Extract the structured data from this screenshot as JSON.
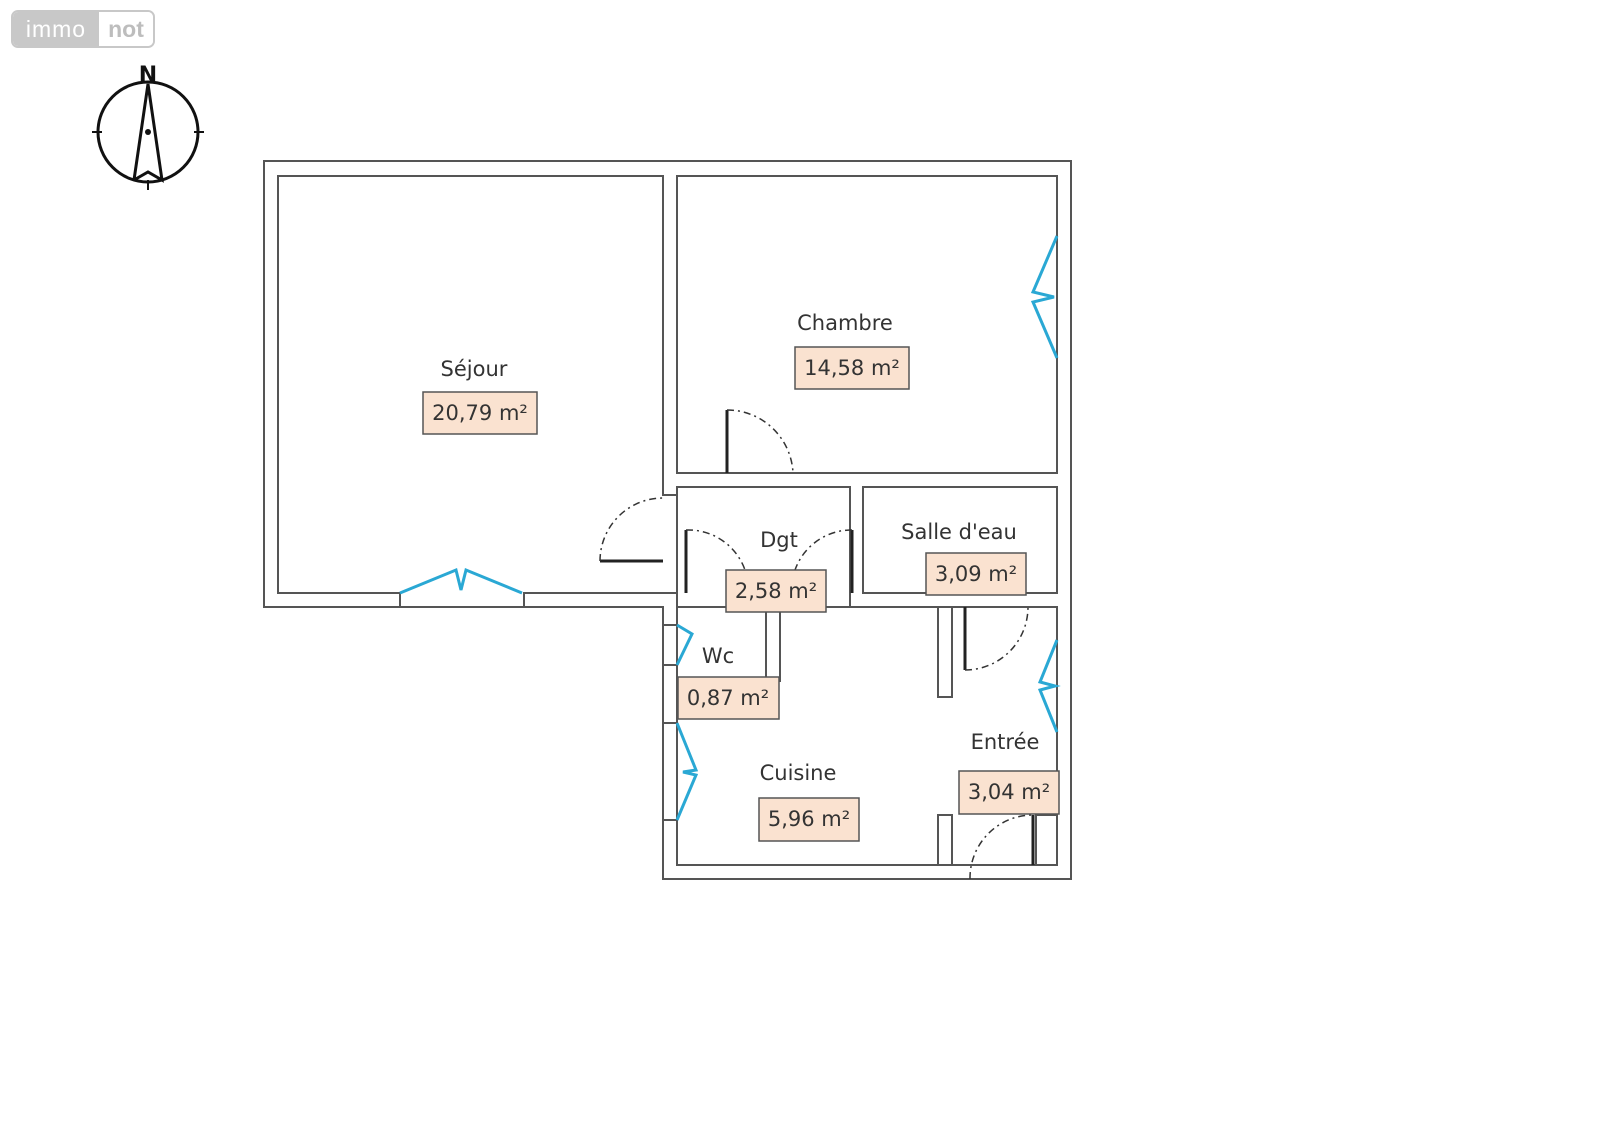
{
  "logo": {
    "part1": "immo",
    "part2": "not"
  },
  "compass": {
    "label": "N"
  },
  "rooms": [
    {
      "name": "Séjour",
      "area": "20,79 m²"
    },
    {
      "name": "Chambre",
      "area": "14,58 m²"
    },
    {
      "name": "Dgt",
      "area": "2,58 m²"
    },
    {
      "name": "Salle d'eau",
      "area": "3,09 m²"
    },
    {
      "name": "Wc",
      "area": "0,87 m²"
    },
    {
      "name": "Cuisine",
      "area": "5,96 m²"
    },
    {
      "name": "Entrée",
      "area": "3,04 m²"
    }
  ],
  "colors": {
    "window": "#2aa8d4",
    "label_fill": "#fae2d0"
  }
}
